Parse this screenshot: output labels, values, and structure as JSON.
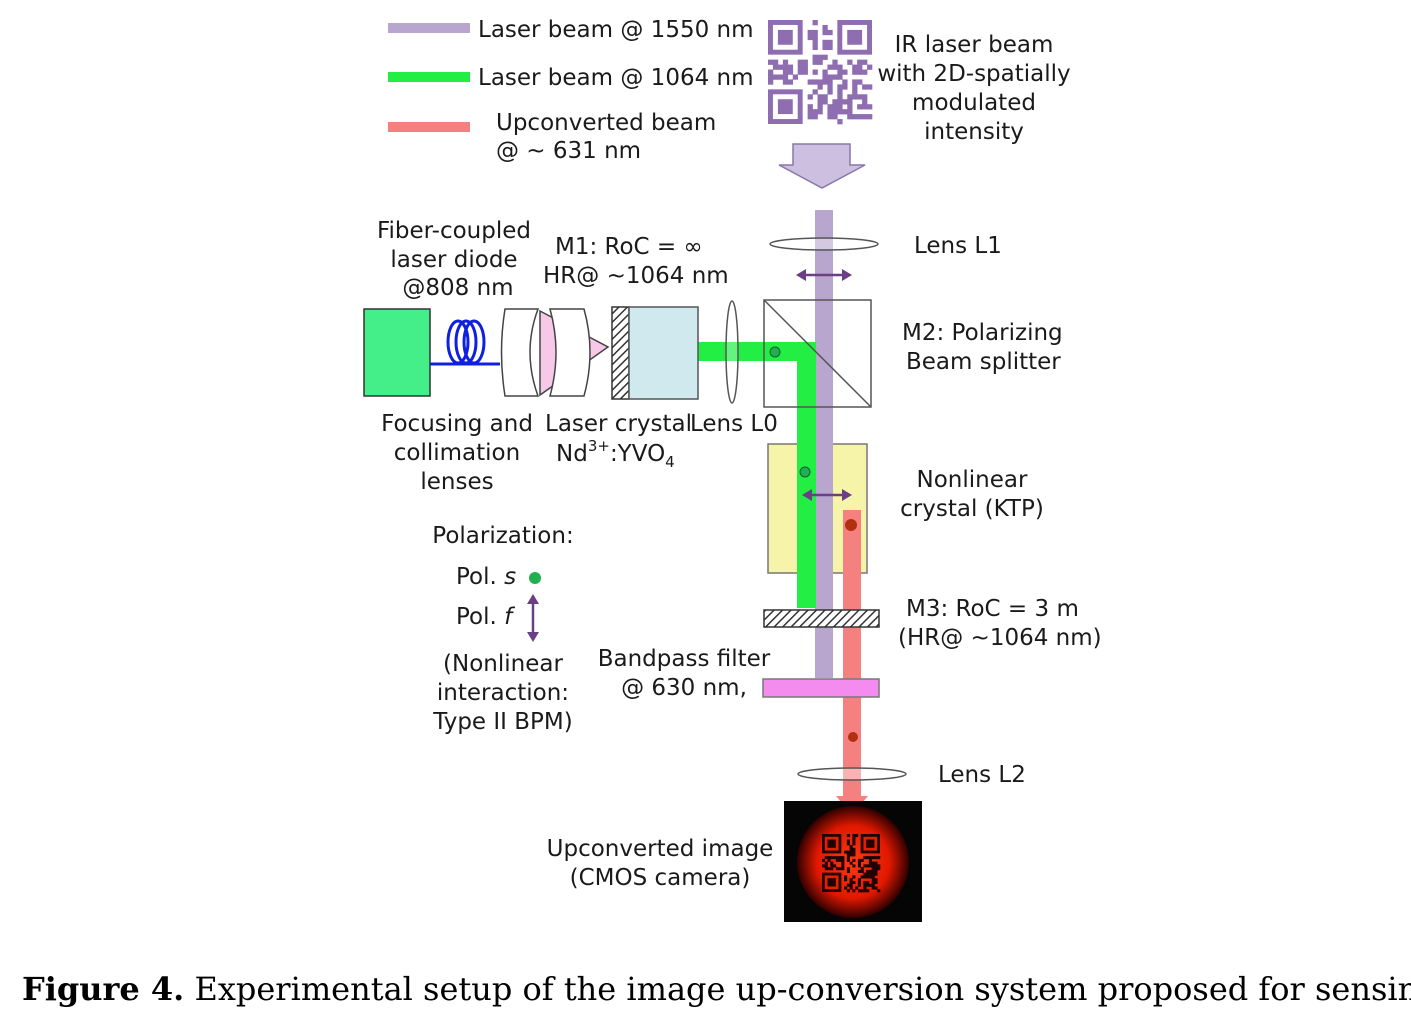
{
  "legend": {
    "beam_1550": "Laser beam @ 1550 nm",
    "beam_1064": "Laser beam @ 1064 nm",
    "upconverted_line1": "Upconverted beam",
    "upconverted_line2": "@ ~ 631 nm"
  },
  "labels": {
    "ir_beam": [
      "IR laser beam",
      "with 2D-spatially",
      "modulated",
      "intensity"
    ],
    "lens_l1": "Lens L1",
    "m2": [
      "M2: Polarizing",
      "Beam splitter"
    ],
    "fiber_laser": [
      "Fiber-coupled",
      "laser diode",
      "@808 nm"
    ],
    "m1": [
      "M1: RoC = ∞",
      "HR@ ~1064 nm"
    ],
    "focusing": [
      "Focusing and",
      "collimation",
      "lenses"
    ],
    "laser_crystal_line1": "Laser crystal",
    "laser_crystal_nd": "Nd",
    "laser_crystal_sup": "3+",
    "laser_crystal_yvo": ":YVO",
    "laser_crystal_sub": "4",
    "lens_l0": "Lens L0",
    "nonlinear": [
      "Nonlinear",
      "crystal (KTP)"
    ],
    "m3": [
      "M3: RoC = 3 m",
      "(HR@ ~1064 nm)"
    ],
    "bandpass": [
      "Bandpass filter",
      "@ 630 nm,"
    ],
    "lens_l2": "Lens L2",
    "upconverted_image": [
      "Upconverted image",
      "(CMOS camera)"
    ]
  },
  "polarization": {
    "title": "Polarization:",
    "pol_s_prefix": "Pol. ",
    "pol_s_symbol": "s",
    "pol_f_prefix": "Pol. ",
    "pol_f_symbol": "f",
    "note": [
      "(Nonlinear",
      "interaction:",
      "Type II BPM)"
    ]
  },
  "caption": {
    "label": "Figure 4.",
    "text": "Experimental setup of the image up-conversion system proposed for sensing."
  },
  "colors": {
    "beam_1550": "#b9a6cf",
    "beam_1064": "#22ee44",
    "upconverted": "#f58080",
    "crystal_ktp": "#f6f4a8",
    "laser_crystal": "#cfe9ef",
    "bandpass": "#f48cf0",
    "pump_box": "#44ee88",
    "fiber": "#1020e0",
    "pol_arrow": "#6a3f86",
    "pol_dot": "#20b050",
    "qr": "#8e6db0"
  }
}
